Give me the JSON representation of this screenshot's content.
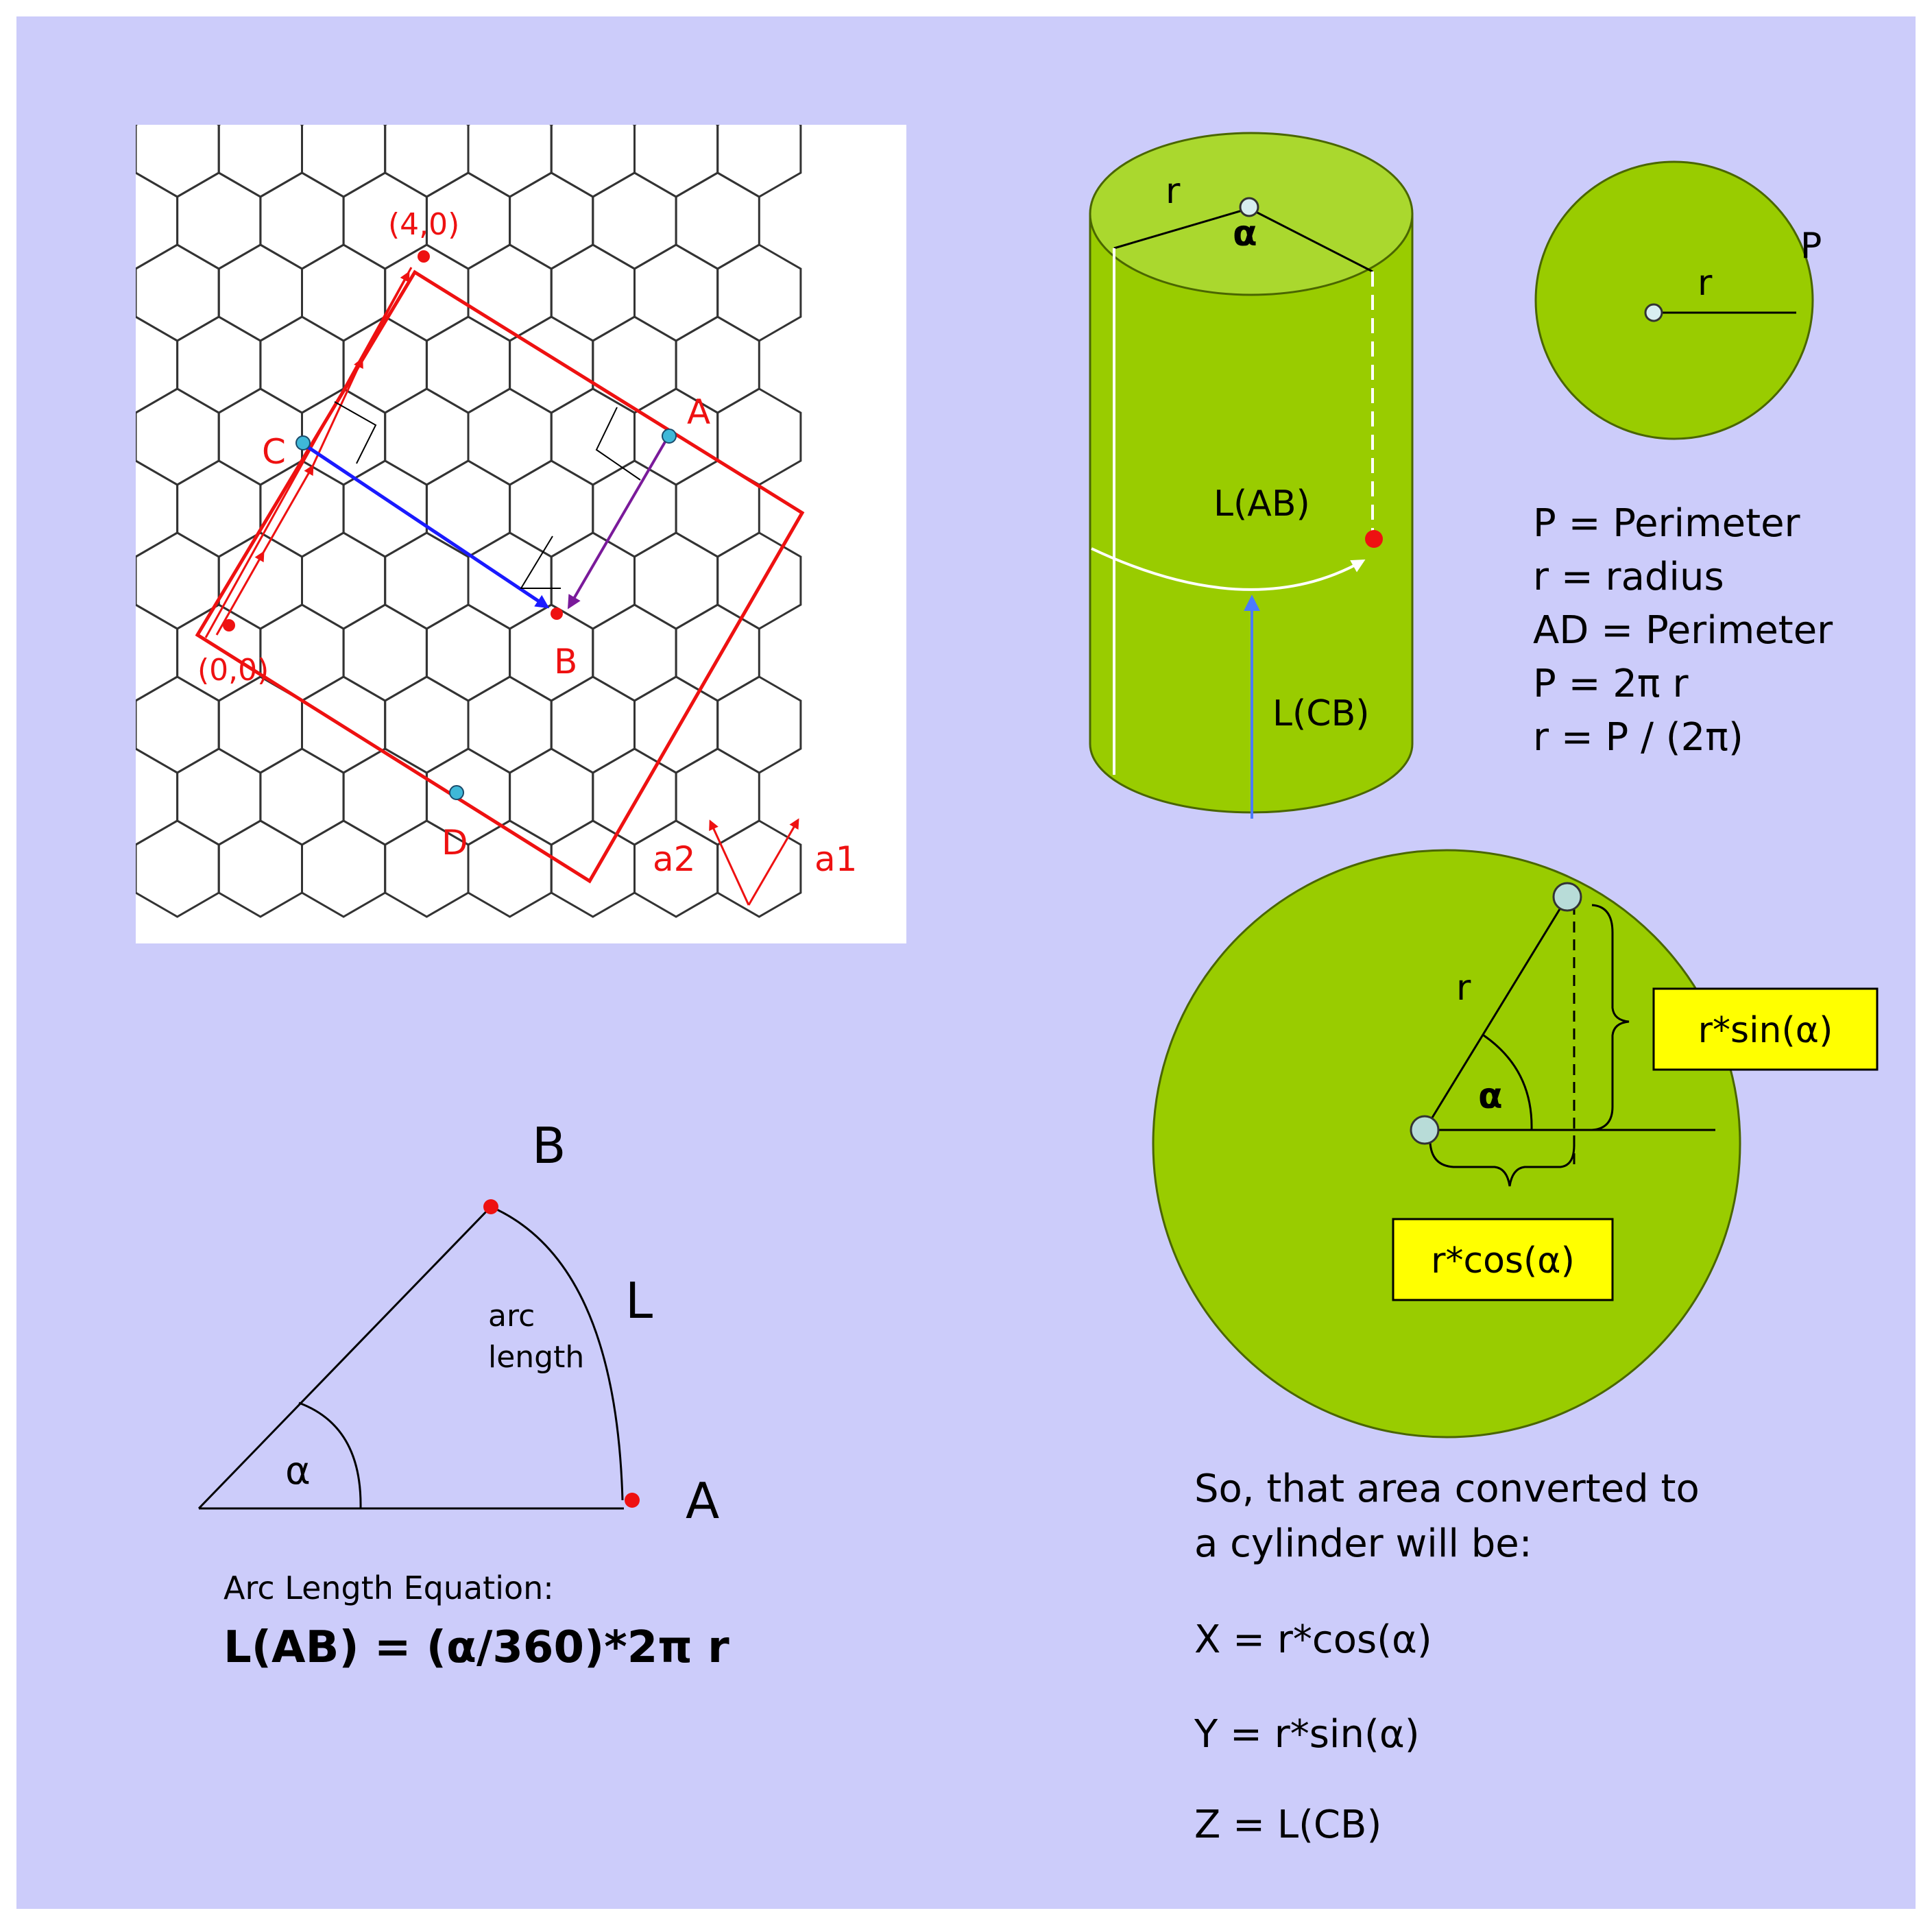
{
  "colors": {
    "background": "#ccccfa",
    "green_fill": "#99cc00",
    "green_top": "#aad82e",
    "chiral_red": "#ee1111",
    "vector_blue": "#1a1aff",
    "vector_purple": "#7a1a9a",
    "point_cyan": "#3fb8d8",
    "label_yellow": "#ffff00"
  },
  "lattice": {
    "label_origin": "(0,0)",
    "label_target": "(4,0)",
    "point_labels": {
      "A": "A",
      "B": "B",
      "C": "C",
      "D": "D"
    },
    "basis_labels": {
      "a1": "a1",
      "a2": "a2"
    }
  },
  "cylinder": {
    "radius_label": "r",
    "angle_label": "α",
    "length_ab_label": "L(AB)",
    "length_cb_label": "L(CB)"
  },
  "circle_small": {
    "perimeter_label": "P",
    "radius_label": "r"
  },
  "definitions": [
    "P = Perimeter",
    "r = radius",
    "AD = Perimeter",
    "P = 2π r",
    "r = P / (2π)"
  ],
  "arc": {
    "point_b": "B",
    "point_a": "A",
    "length_label": "L",
    "arc_text_1": "arc",
    "arc_text_2": "length",
    "angle_label": "α",
    "equation_title": "Arc Length Equation:",
    "equation": "L(AB) = (α/360)*2π r"
  },
  "circle_large": {
    "radius_label": "r",
    "angle_label": "α",
    "sin_box": "r*sin(α)",
    "cos_box": "r*cos(α)"
  },
  "conversion": {
    "intro_1": "So, that area converted to",
    "intro_2": "a cylinder will be:",
    "x_eq": "X = r*cos(α)",
    "y_eq": "Y = r*sin(α)",
    "z_eq": "Z = L(CB)"
  }
}
